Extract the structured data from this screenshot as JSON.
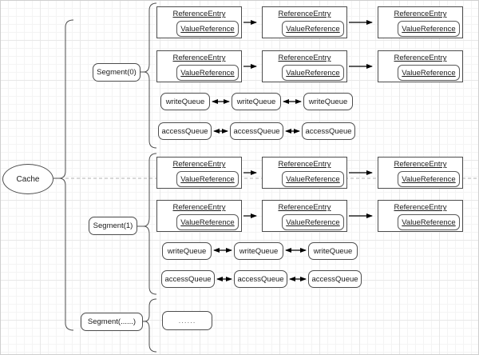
{
  "diagram": {
    "cache": {
      "label": "Cache"
    },
    "labels": {
      "reference_entry": "ReferenceEntry",
      "value_reference": "ValueReference",
      "write_queue": "writeQueue",
      "access_queue": "accessQueue"
    },
    "segments": [
      {
        "label": "Segment(0)",
        "entry_rows": 2,
        "entry_cols": 3,
        "write_queue_count": 3,
        "access_queue_count": 3
      },
      {
        "label": "Segment(1)",
        "entry_rows": 2,
        "entry_cols": 3,
        "write_queue_count": 3,
        "access_queue_count": 3
      },
      {
        "label": "Segment(......)",
        "placeholder": "......"
      }
    ],
    "colors": {
      "shape_border": "#4d4d4d",
      "text": "#1a1a1a",
      "dashed_line": "#b3b3b3",
      "arrow": "#000000"
    }
  }
}
